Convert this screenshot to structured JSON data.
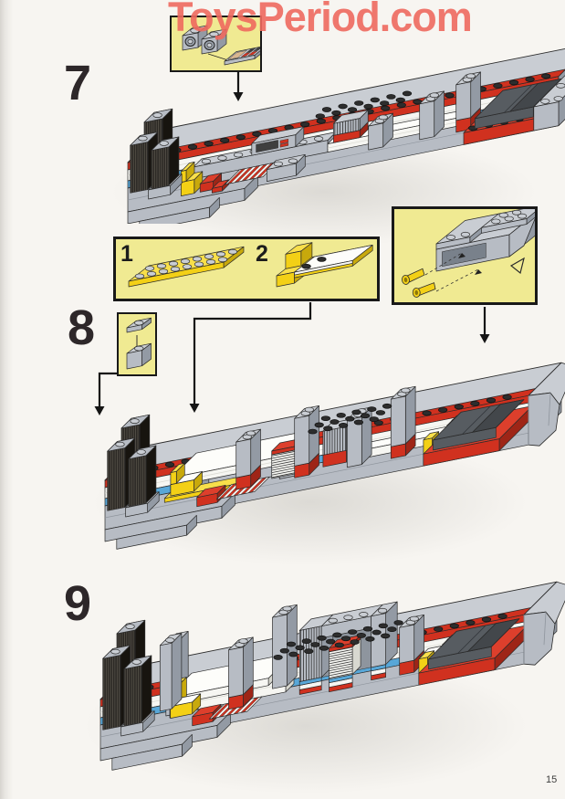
{
  "watermark": {
    "text": "ToysPeriod.com"
  },
  "page": {
    "number": "15"
  },
  "steps": [
    {
      "number": "7",
      "inset": {
        "content": "two-headlight-bricks-and-radio-tile"
      }
    },
    {
      "number": "8",
      "parts_box": {
        "items": [
          {
            "label": "1",
            "part": "yellow-2x8-plate"
          },
          {
            "label": "2",
            "part": "yellow-bench-with-white-tiles"
          }
        ]
      },
      "stack_box": {
        "content": "gray-1x1-plate-over-1x1-brick"
      },
      "bow_inset": {
        "content": "gray-bow-piece-with-two-yellow-horns"
      }
    },
    {
      "number": "9"
    }
  ],
  "palette": {
    "paper": "#f7f5f1",
    "ink": "#2d2729",
    "watermark": "#ef6a5f",
    "callout_bg": "#f0ea92",
    "callout_border": "#191919",
    "red": "#d0311f",
    "red_dark": "#9e2517",
    "blue": "#58a7d8",
    "gray_top": "#c9cdd3",
    "gray_front": "#b7bcc4",
    "gray_side": "#939aa4",
    "black_brick": "#2b2824",
    "yellow": "#f3d016",
    "yellow_side": "#c8a90c",
    "white_brick": "#f6f6f2",
    "slope": "#575c61",
    "slope_dark": "#43474b"
  }
}
